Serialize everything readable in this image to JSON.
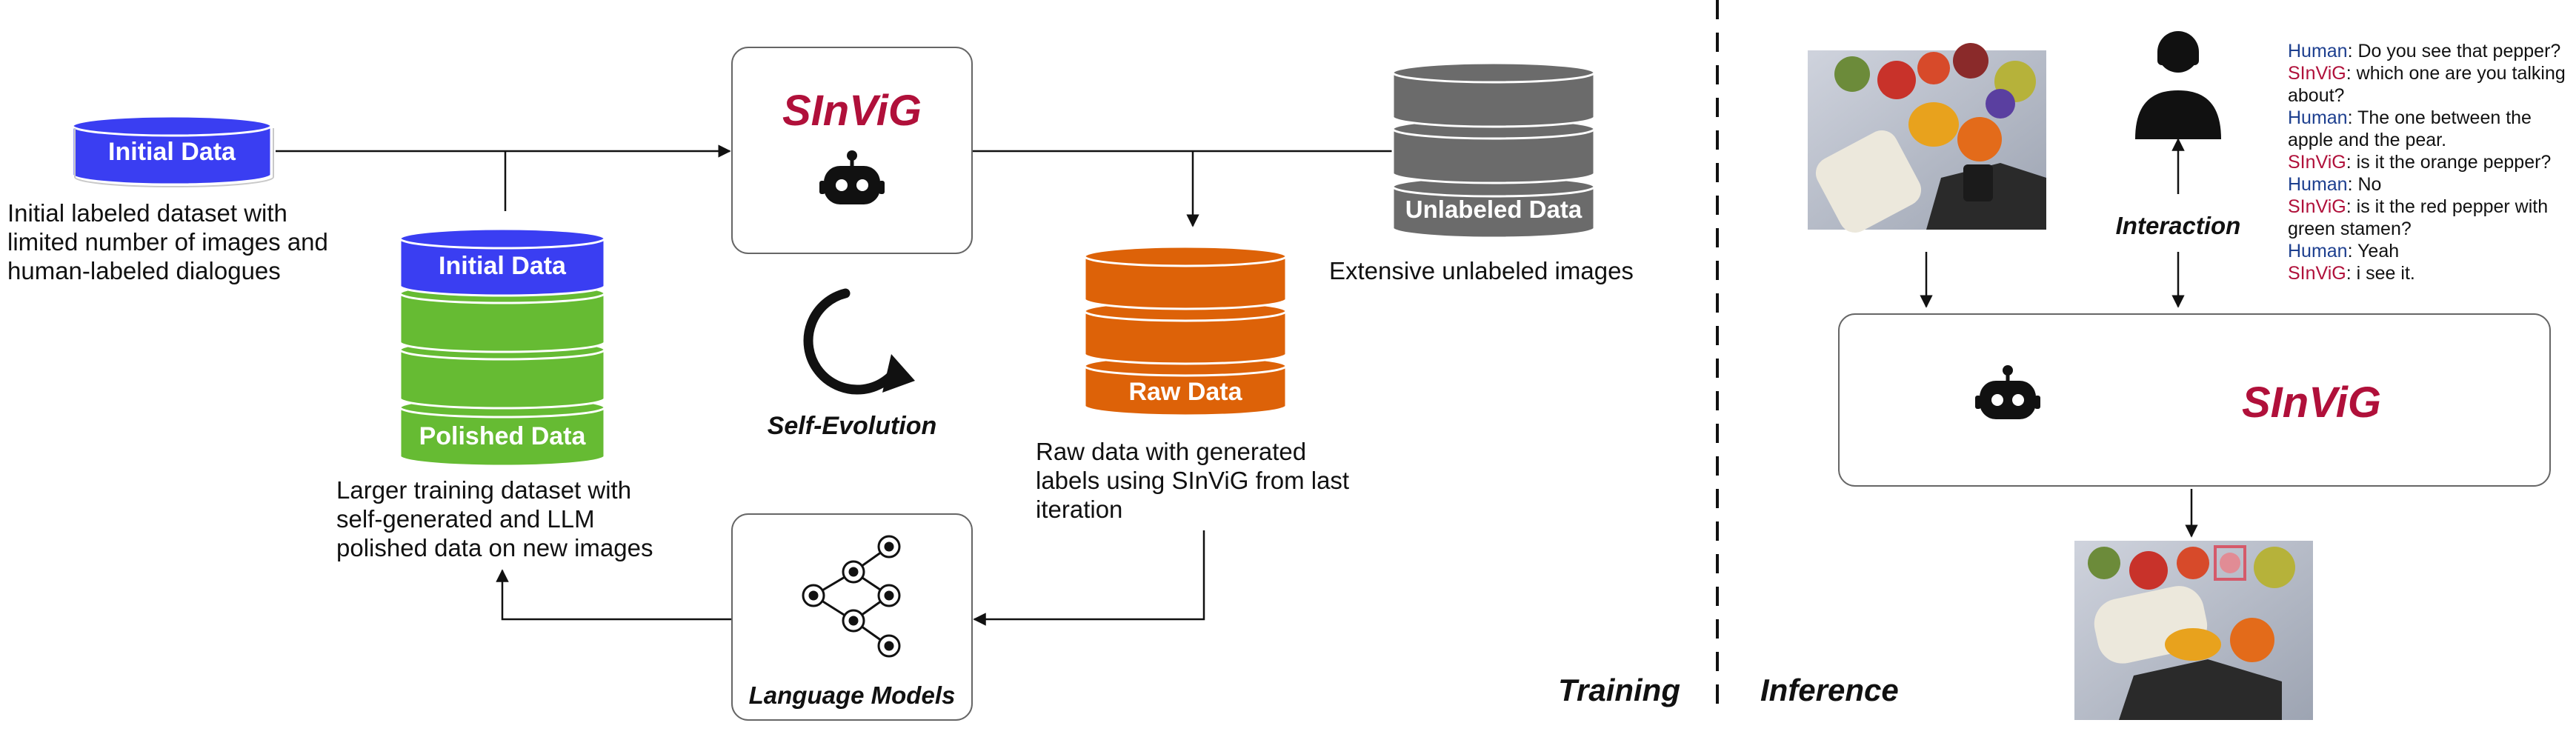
{
  "colors": {
    "blue": "#3a3ef2",
    "green": "#66bb33",
    "orange": "#dd6208",
    "gray": "#6b6b6b",
    "brand_red": "#b0103a",
    "human_blue": "#1d3f8f"
  },
  "brand_name": "SInViG",
  "initial_data_label": "Initial Data",
  "initial_data_desc": [
    "Initial labeled dataset with",
    "limited number of images and",
    "human-labeled dialogues"
  ],
  "training_stack": {
    "top_label": "Initial Data",
    "bottom_label": "Polished Data",
    "desc": [
      "Larger training dataset with",
      "self-generated and LLM",
      "polished data on new images"
    ]
  },
  "self_evolution_label": "Self-Evolution",
  "unlabeled": {
    "label": "Unlabeled Data",
    "desc": "Extensive unlabeled images"
  },
  "raw": {
    "label": "Raw Data",
    "desc": [
      "Raw data with generated",
      "labels using SInViG from last",
      "iteration"
    ]
  },
  "language_models_label": "Language Models",
  "section_training": "Training",
  "section_inference": "Inference",
  "interaction_label": "Interaction",
  "dialogue": [
    {
      "speaker": "Human",
      "text": "Do you see that pepper?"
    },
    {
      "speaker": "SInViG",
      "text": "which one are you talking about?"
    },
    {
      "speaker": "Human",
      "text": "The one between the apple and the pear."
    },
    {
      "speaker": "SInViG",
      "text": "is it the orange pepper?"
    },
    {
      "speaker": "Human",
      "text": "No"
    },
    {
      "speaker": "SInViG",
      "text": "is it the red pepper with green stamen?"
    },
    {
      "speaker": "Human",
      "text": "Yeah"
    },
    {
      "speaker": "SInViG",
      "text": "i see it."
    }
  ],
  "icons": [
    "robot-icon",
    "refresh-cycle-icon",
    "neural-network-icon",
    "person-icon"
  ]
}
